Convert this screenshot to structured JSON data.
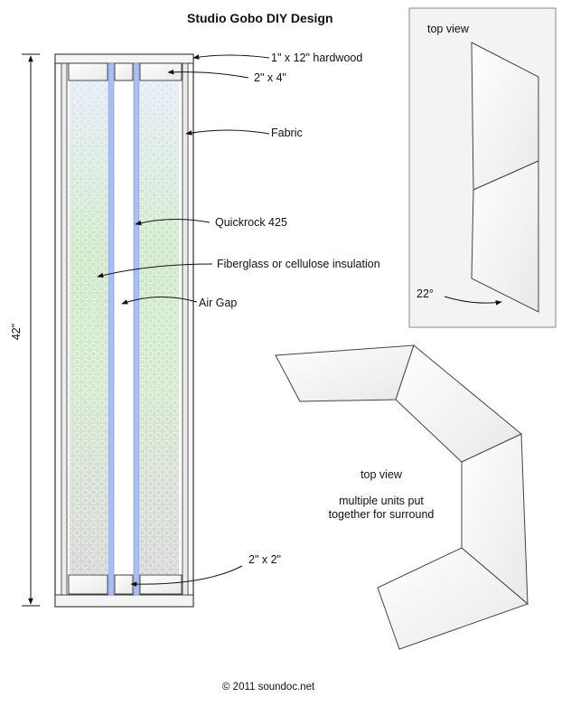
{
  "title": "Studio Gobo DIY Design",
  "labels": {
    "hardwood": "1\" x 12\" hardwood",
    "two_by_four": "2\" x 4\"",
    "fabric": "Fabric",
    "quickrock": "Quickrock 425",
    "insulation": "Fiberglass or cellulose insulation",
    "air_gap": "Air Gap",
    "two_by_two": "2\" x 2\""
  },
  "height_dimension": "42\"",
  "top_view_panel": {
    "label": "top view",
    "angle": "22°"
  },
  "surround_view": {
    "label": "top view",
    "caption_line1": "multiple units put",
    "caption_line2": "together for surround"
  },
  "copyright": "© 2011 soundoc.net",
  "colors": {
    "quickrock": "#a9bff0",
    "insulation_top": "#dfe9f7",
    "insulation_mid": "#cde9c4",
    "insulation_bottom": "#d8d8d8",
    "frame_stroke": "#333333",
    "panel_bg": "#f3f3f3"
  }
}
